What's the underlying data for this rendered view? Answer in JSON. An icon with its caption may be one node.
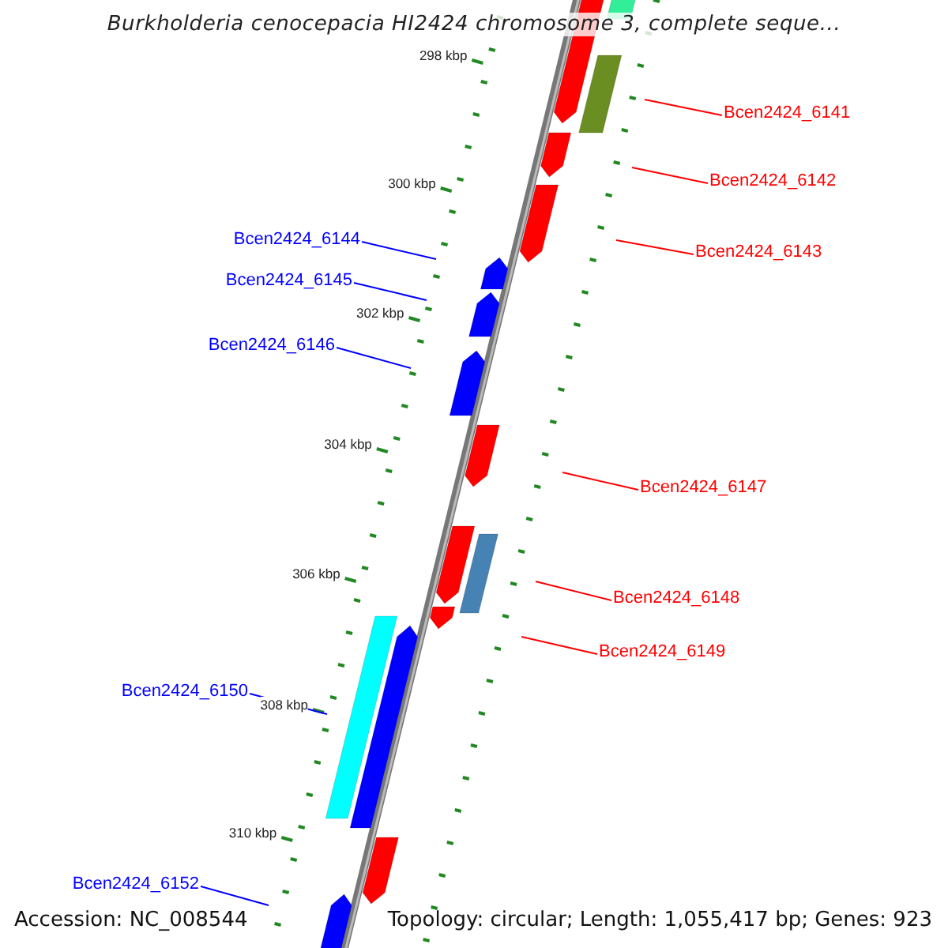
{
  "diagram": {
    "title": "Burkholderia cenocepacia HI2424 chromosome 3, complete seque...",
    "nodes": [
      {
        "text": [
          "Bcen2424_6141"
        ]
      },
      {
        "text": [
          "Bcen2424_6142"
        ]
      },
      {
        "text": [
          "Bcen2424_6144"
        ]
      },
      {
        "text": [
          "Bcen2424_6143"
        ]
      },
      {
        "text": [
          "Bcen2424_6145"
        ]
      },
      {
        "text": [
          "Bcen2424_6146"
        ]
      },
      {
        "text": [
          "Bcen2424_6147"
        ]
      },
      {
        "text": [
          "Bcen2424_6148"
        ]
      },
      {
        "text": [
          "Bcen2424_6149"
        ]
      },
      {
        "text": [
          "Bcen2424_6150"
        ]
      },
      {
        "text": [
          "Bcen2424_6152"
        ]
      }
    ],
    "edges": [
      {
        "from": 0,
        "to": null,
        "arrow": "none"
      },
      {
        "from": 1,
        "to": null,
        "arrow": "none"
      },
      {
        "from": 2,
        "to": null,
        "arrow": "none",
        "color": "#0000ff"
      },
      {
        "from": 3,
        "to": null,
        "arrow": "none"
      },
      {
        "from": 4,
        "to": null,
        "arrow": "none",
        "color": "#0000ff"
      },
      {
        "from": 5,
        "to": null,
        "arrow": "none",
        "color": "#0000ff"
      },
      {
        "from": 6,
        "to": null,
        "arrow": "none"
      },
      {
        "from": 7,
        "to": null,
        "arrow": "none"
      },
      {
        "from": 8,
        "to": null,
        "arrow": "none"
      },
      {
        "from": 9,
        "to": null,
        "arrow": "none",
        "color": "#0000ff"
      },
      {
        "from": 10,
        "to": null,
        "arrow": "none",
        "color": "#0000ff"
      }
    ],
    "labels": [
      "298 kbp",
      "300 kbp",
      "302 kbp",
      "304 kbp",
      "306 kbp",
      "308 kbp",
      "310 kbp",
      "Accession: NC_008544",
      "Topology: circular; Length: 1,055,417 bp; Genes: 923"
    ]
  }
}
